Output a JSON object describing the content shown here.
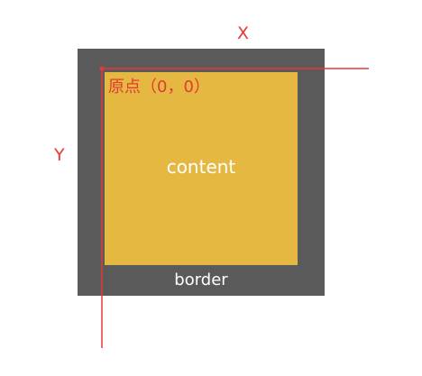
{
  "labels": {
    "x_axis": "X",
    "y_axis": "Y",
    "origin": "原点（0，0）",
    "content": "content",
    "border": "border"
  },
  "colors": {
    "border_fill": "#5a5a5a",
    "content_fill": "#e5b842",
    "axis": "#e53935",
    "box_text": "#ffffff",
    "background": "#ffffff"
  }
}
